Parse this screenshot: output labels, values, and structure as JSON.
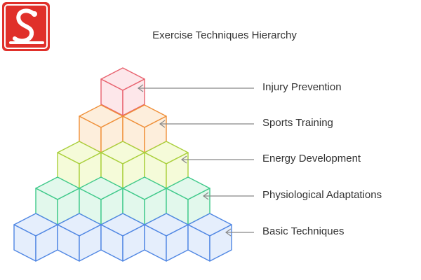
{
  "title": "Exercise Techniques Hierarchy",
  "logo": {
    "icon": "swan-logo-icon",
    "colors": {
      "bg": "#e0302a",
      "fg": "#ffffff"
    }
  },
  "levels": [
    {
      "label": "Injury Prevention",
      "cubes": 1,
      "color": "#e8626e",
      "fill": "#fde7ea"
    },
    {
      "label": "Sports Training",
      "cubes": 2,
      "color": "#ef8f38",
      "fill": "#fdeedc"
    },
    {
      "label": "Energy Development",
      "cubes": 3,
      "color": "#a9cf3b",
      "fill": "#f5fbd9"
    },
    {
      "label": "Physiological Adaptations",
      "cubes": 4,
      "color": "#3fc98a",
      "fill": "#e2f8ec"
    },
    {
      "label": "Basic Techniques",
      "cubes": 5,
      "color": "#4f86e3",
      "fill": "#e5eefc"
    }
  ],
  "connector_color": "#888888",
  "arrow_icon": "arrow-left-icon"
}
